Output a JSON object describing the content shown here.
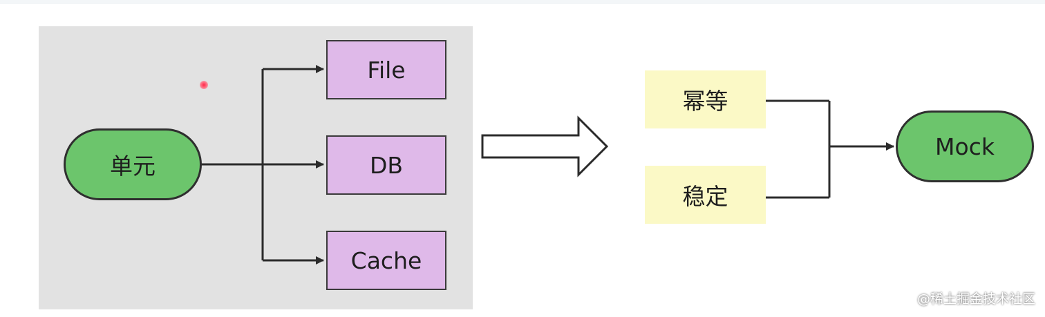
{
  "left_panel": {
    "source_node": "单元",
    "targets": [
      "File",
      "DB",
      "Cache"
    ]
  },
  "right_panel": {
    "inputs": [
      "幂等",
      "稳定"
    ],
    "output_node": "Mock"
  },
  "watermark": "@稀土掘金技术社区",
  "colors": {
    "panel_gray": "#e2e2e2",
    "pill_green": "#6cc56c",
    "box_purple": "#dfb9e9",
    "box_yellow": "#fbf9c6",
    "laser_pointer": "#ff2a4a"
  },
  "icons": {
    "transition_arrow": "hollow-right-arrow",
    "connector_arrowhead": "filled-triangle"
  }
}
